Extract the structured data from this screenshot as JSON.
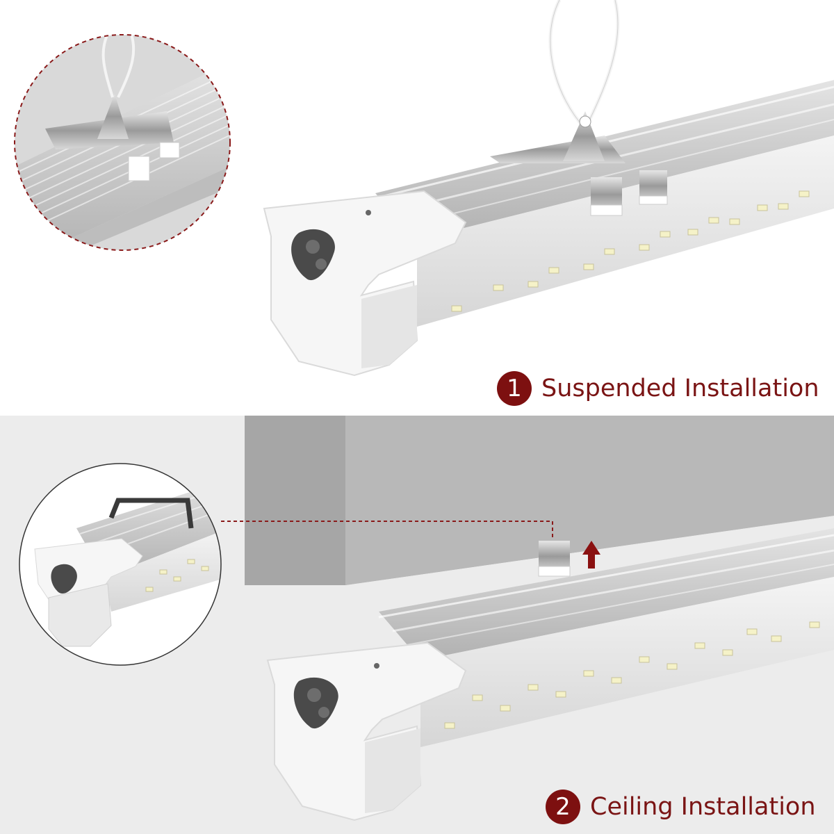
{
  "captions": [
    {
      "number": "1",
      "label": "Suspended Installation"
    },
    {
      "number": "2",
      "label": "Ceiling Installation"
    }
  ],
  "colors": {
    "accent": "#7d1010",
    "caption_text": "#7a1414",
    "lower_background": "#ececec",
    "ceiling_block": "#b3b3b3"
  },
  "icons": [
    "hanging-wire-icon",
    "mounting-clip-icon",
    "up-arrow-icon",
    "dashed-leader-line"
  ]
}
